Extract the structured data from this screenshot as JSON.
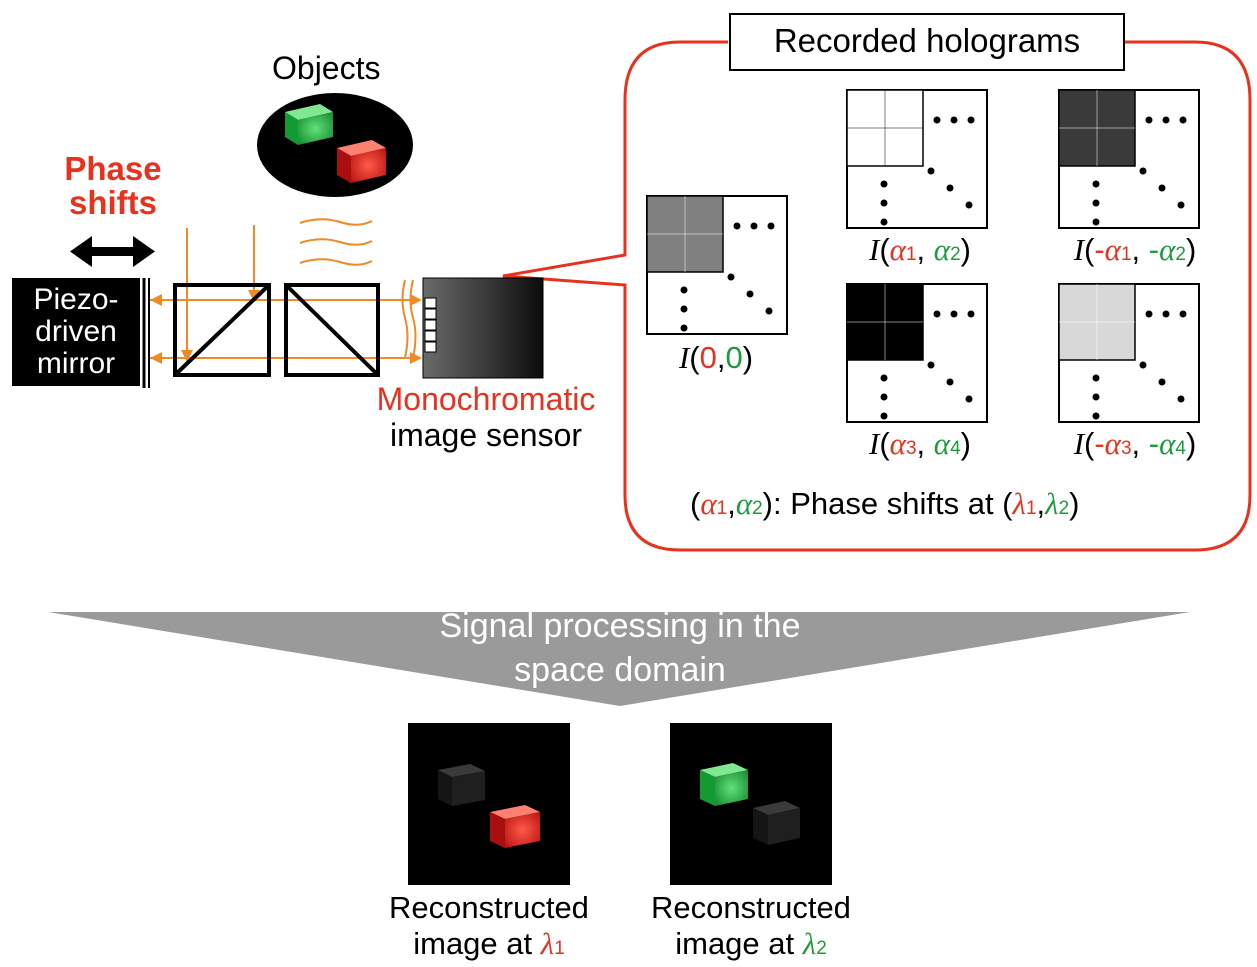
{
  "labels": {
    "objects": "Objects",
    "phase_shifts_line1": "Phase",
    "phase_shifts_line2": "shifts",
    "mirror_line1": "Piezo-",
    "mirror_line2": "driven",
    "mirror_line3": "mirror",
    "sensor_line1": "Monochromatic",
    "sensor_line2": "image sensor",
    "recorded_holograms": "Recorded holograms",
    "legend_suffix": ": Phase shifts at ",
    "processing_line1": "Signal processing in the",
    "processing_line2": "space domain",
    "recon_line1": "Reconstructed",
    "recon_line2": "image at "
  },
  "holograms": [
    {
      "id": "I00",
      "fill": "#808080",
      "caption": {
        "a": "0",
        "b": "0",
        "neg": false,
        "plain": true
      }
    },
    {
      "id": "Ia1a2",
      "fill": "#ffffff",
      "caption": {
        "a": "α1",
        "b": "α2",
        "neg": false,
        "plain": false
      }
    },
    {
      "id": "Inega1a2",
      "fill": "#3a3a3a",
      "caption": {
        "a": "α1",
        "b": "α2",
        "neg": true,
        "plain": false
      }
    },
    {
      "id": "Ia3a4",
      "fill": "#000000",
      "caption": {
        "a": "α3",
        "b": "α4",
        "neg": false,
        "plain": false
      }
    },
    {
      "id": "Inega3a4",
      "fill": "#d8d8d8",
      "caption": {
        "a": "α3",
        "b": "α4",
        "neg": true,
        "plain": false
      }
    }
  ],
  "captions": {
    "I_symbol": "I",
    "open": "(",
    "close": ")",
    "comma": ",",
    "neg": "-",
    "zero": "0",
    "alpha1": "α",
    "alpha2": "α",
    "alpha3": "α",
    "alpha4": "α",
    "sub1": "1",
    "sub2": "2",
    "sub3": "3",
    "sub4": "4",
    "lambda": "λ"
  },
  "colors": {
    "accent_red": "#e8321e",
    "accent_green": "#1e9b3c",
    "beam_orange": "#f08a24",
    "arrow_gray": "#999999"
  }
}
